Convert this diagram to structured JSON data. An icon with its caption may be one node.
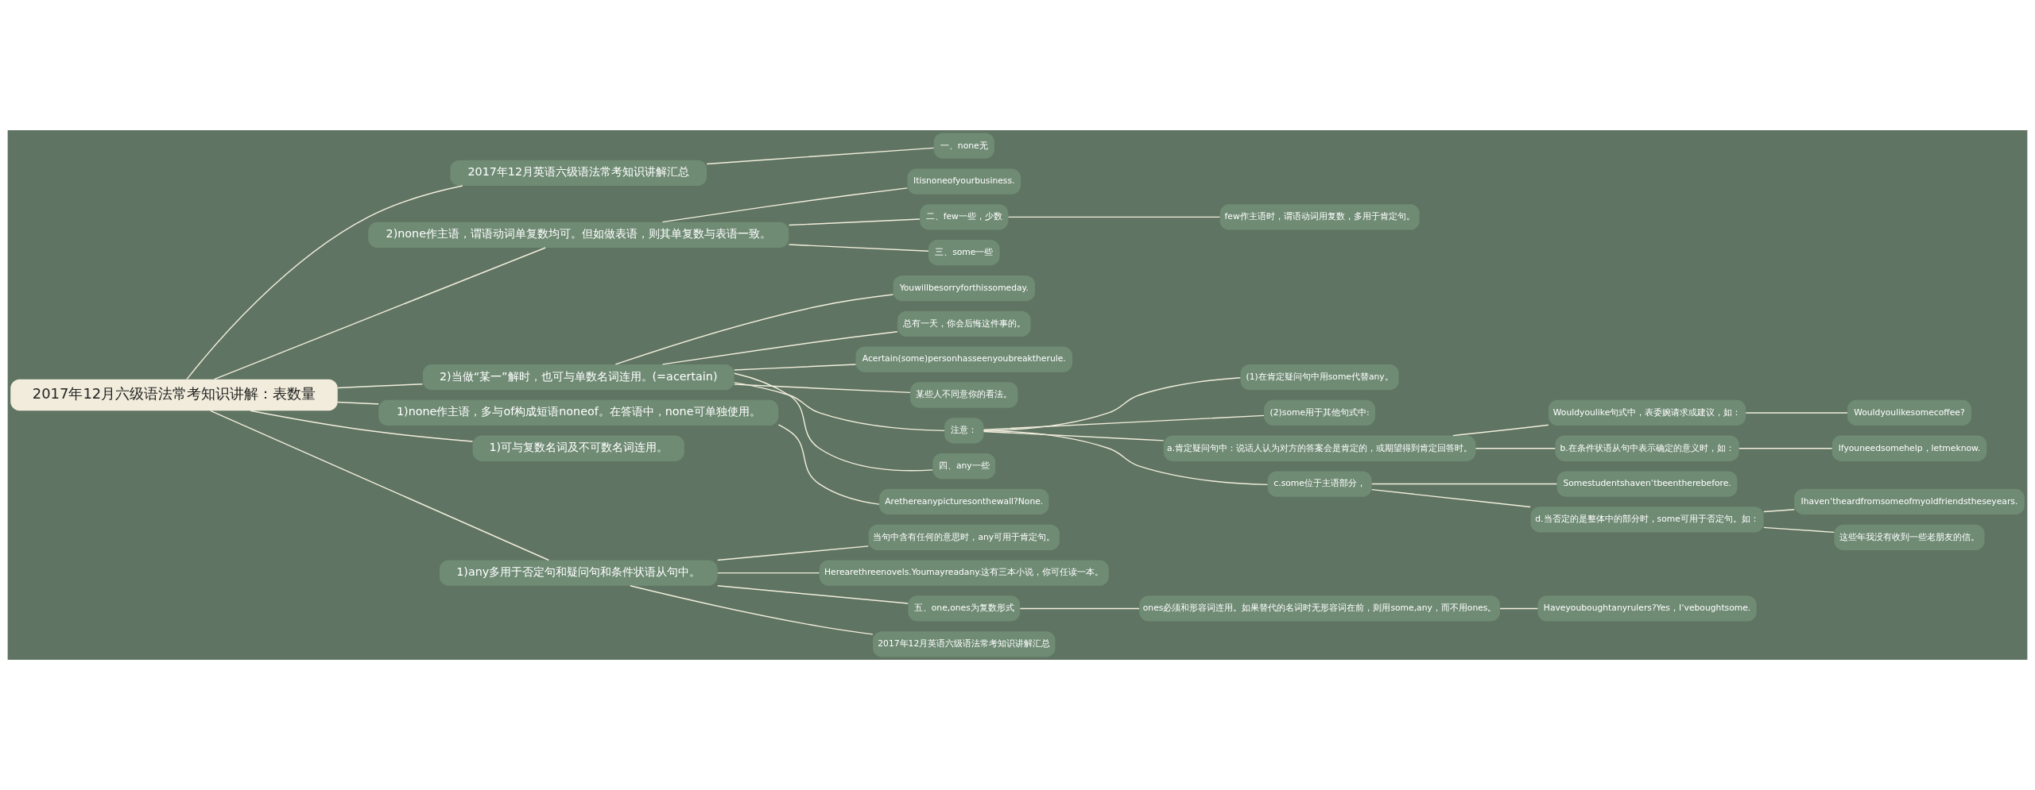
{
  "diagram": {
    "nodes": [
      {
        "text": [
          "2017年12月六级语法常考知识讲解：表数量"
        ]
      },
      {
        "text": [
          "2017年12月英语六级语法常考知识讲解汇总"
        ]
      },
      {
        "text": [
          "一、none无"
        ]
      },
      {
        "text": [
          "2)none作主语，谓语动词单复数均可。但如做表语，则其单复数与表语一致。"
        ]
      },
      {
        "text": [
          "Itisnoneofyourbusiness."
        ]
      },
      {
        "text": [
          "二、few一些，少数"
        ]
      },
      {
        "text": [
          "few作主语时，谓语动词用复数，多用于肯定句。"
        ]
      },
      {
        "text": [
          "三、some一些"
        ]
      },
      {
        "text": [
          "2)当做“某一”解时，也可与单数名词连用。(=acertain)"
        ]
      },
      {
        "text": [
          "Youwillbesorryforthissomeday."
        ]
      },
      {
        "text": [
          "总有一天，你会后悔这件事的。"
        ]
      },
      {
        "text": [
          "Acertain(some)personhasseenyoubreaktherule."
        ]
      },
      {
        "text": [
          "某些人不同意你的看法。"
        ]
      },
      {
        "text": [
          "注意："
        ]
      },
      {
        "text": [
          "(1)在肯定疑问句中用some代替any。"
        ]
      },
      {
        "text": [
          "(2)some用于其他句式中:"
        ]
      },
      {
        "text": [
          "a.肯定疑问句中：说话人认为对方的答案会是肯定的，或期望得到肯定回答时。"
        ]
      },
      {
        "text": [
          "Wouldyoulike句式中，表委婉请求或建议，如："
        ]
      },
      {
        "text": [
          "Wouldyoulikesomecoffee?"
        ]
      },
      {
        "text": [
          "b.在条件状语从句中表示确定的意义时，如："
        ]
      },
      {
        "text": [
          "Ifyouneedsomehelp，letmeknow."
        ]
      },
      {
        "text": [
          "c.some位于主语部分，"
        ]
      },
      {
        "text": [
          "Somestudentshaven‘tbeentherebefore."
        ]
      },
      {
        "text": [
          "d.当否定的是整体中的部分时，some可用于否定句。如："
        ]
      },
      {
        "text": [
          "Ihaven‘theardfromsomeofmyoldfriendstheseyears."
        ]
      },
      {
        "text": [
          "这些年我没有收到一些老朋友的信。"
        ]
      },
      {
        "text": [
          "四、any一些"
        ]
      },
      {
        "text": [
          "1)none作主语，多与of构成短语noneof。在答语中，none可单独使用。"
        ]
      },
      {
        "text": [
          "Arethereanypicturesonthewall?None."
        ]
      },
      {
        "text": [
          "1)可与复数名词及不可数名词连用。"
        ]
      },
      {
        "text": [
          "1)any多用于否定句和疑问句和条件状语从句中。"
        ]
      },
      {
        "text": [
          "当句中含有任何的意思时，any可用于肯定句。"
        ]
      },
      {
        "text": [
          "Herearethreenovels.Youmayreadany.这有三本小说，你可任读一本。"
        ]
      },
      {
        "text": [
          "五、one,ones为复数形式"
        ]
      },
      {
        "text": [
          "ones必须和形容词连用。如果替代的名词时无形容词在前，则用some,any，而不用ones。"
        ]
      },
      {
        "text": [
          "Haveyouboughtanyrulers?Yes，I‘veboughtsome."
        ]
      },
      {
        "text": [
          "2017年12月英语六级语法常考知识讲解汇总"
        ]
      }
    ],
    "edges": [
      {
        "from": 0,
        "to": 1,
        "arrow": "none"
      },
      {
        "from": 1,
        "to": 2,
        "arrow": "none"
      },
      {
        "from": 0,
        "to": 3,
        "arrow": "none"
      },
      {
        "from": 3,
        "to": 4,
        "arrow": "none"
      },
      {
        "from": 3,
        "to": 5,
        "arrow": "none"
      },
      {
        "from": 5,
        "to": 6,
        "arrow": "none"
      },
      {
        "from": 3,
        "to": 7,
        "arrow": "none"
      },
      {
        "from": 0,
        "to": 8,
        "arrow": "none"
      },
      {
        "from": 8,
        "to": 9,
        "arrow": "none"
      },
      {
        "from": 8,
        "to": 10,
        "arrow": "none"
      },
      {
        "from": 8,
        "to": 11,
        "arrow": "none"
      },
      {
        "from": 8,
        "to": 12,
        "arrow": "none"
      },
      {
        "from": 8,
        "to": 13,
        "arrow": "none"
      },
      {
        "from": 13,
        "to": 14,
        "arrow": "none"
      },
      {
        "from": 13,
        "to": 15,
        "arrow": "none"
      },
      {
        "from": 13,
        "to": 16,
        "arrow": "none"
      },
      {
        "from": 16,
        "to": 17,
        "arrow": "none"
      },
      {
        "from": 17,
        "to": 18,
        "arrow": "none"
      },
      {
        "from": 16,
        "to": 19,
        "arrow": "none"
      },
      {
        "from": 19,
        "to": 20,
        "arrow": "none"
      },
      {
        "from": 13,
        "to": 21,
        "arrow": "none"
      },
      {
        "from": 21,
        "to": 22,
        "arrow": "none"
      },
      {
        "from": 21,
        "to": 23,
        "arrow": "none"
      },
      {
        "from": 23,
        "to": 24,
        "arrow": "none"
      },
      {
        "from": 23,
        "to": 25,
        "arrow": "none"
      },
      {
        "from": 8,
        "to": 26,
        "arrow": "none"
      },
      {
        "from": 0,
        "to": 27,
        "arrow": "none"
      },
      {
        "from": 27,
        "to": 28,
        "arrow": "none"
      },
      {
        "from": 0,
        "to": 29,
        "arrow": "none"
      },
      {
        "from": 0,
        "to": 30,
        "arrow": "none"
      },
      {
        "from": 30,
        "to": 31,
        "arrow": "none"
      },
      {
        "from": 30,
        "to": 32,
        "arrow": "none"
      },
      {
        "from": 30,
        "to": 33,
        "arrow": "none"
      },
      {
        "from": 33,
        "to": 34,
        "arrow": "none"
      },
      {
        "from": 34,
        "to": 35,
        "arrow": "none"
      },
      {
        "from": 30,
        "to": 36,
        "arrow": "none"
      }
    ]
  }
}
